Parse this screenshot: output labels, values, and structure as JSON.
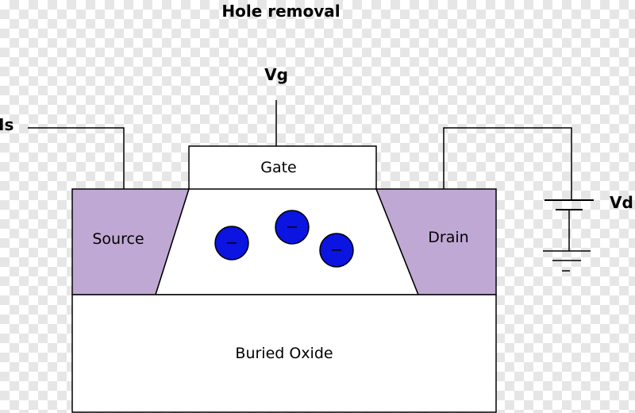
{
  "title": "Hole removal",
  "labels": {
    "vg": "Vg",
    "is": "Is",
    "vd": "Vd",
    "gate": "Gate",
    "source": "Source",
    "drain": "Drain",
    "buried_oxide": "Buried Oxide",
    "charge_sign": "−"
  },
  "colors": {
    "doped_region": "#c0a8d4",
    "charge_fill": "#0b14e0",
    "outline": "#000000"
  }
}
